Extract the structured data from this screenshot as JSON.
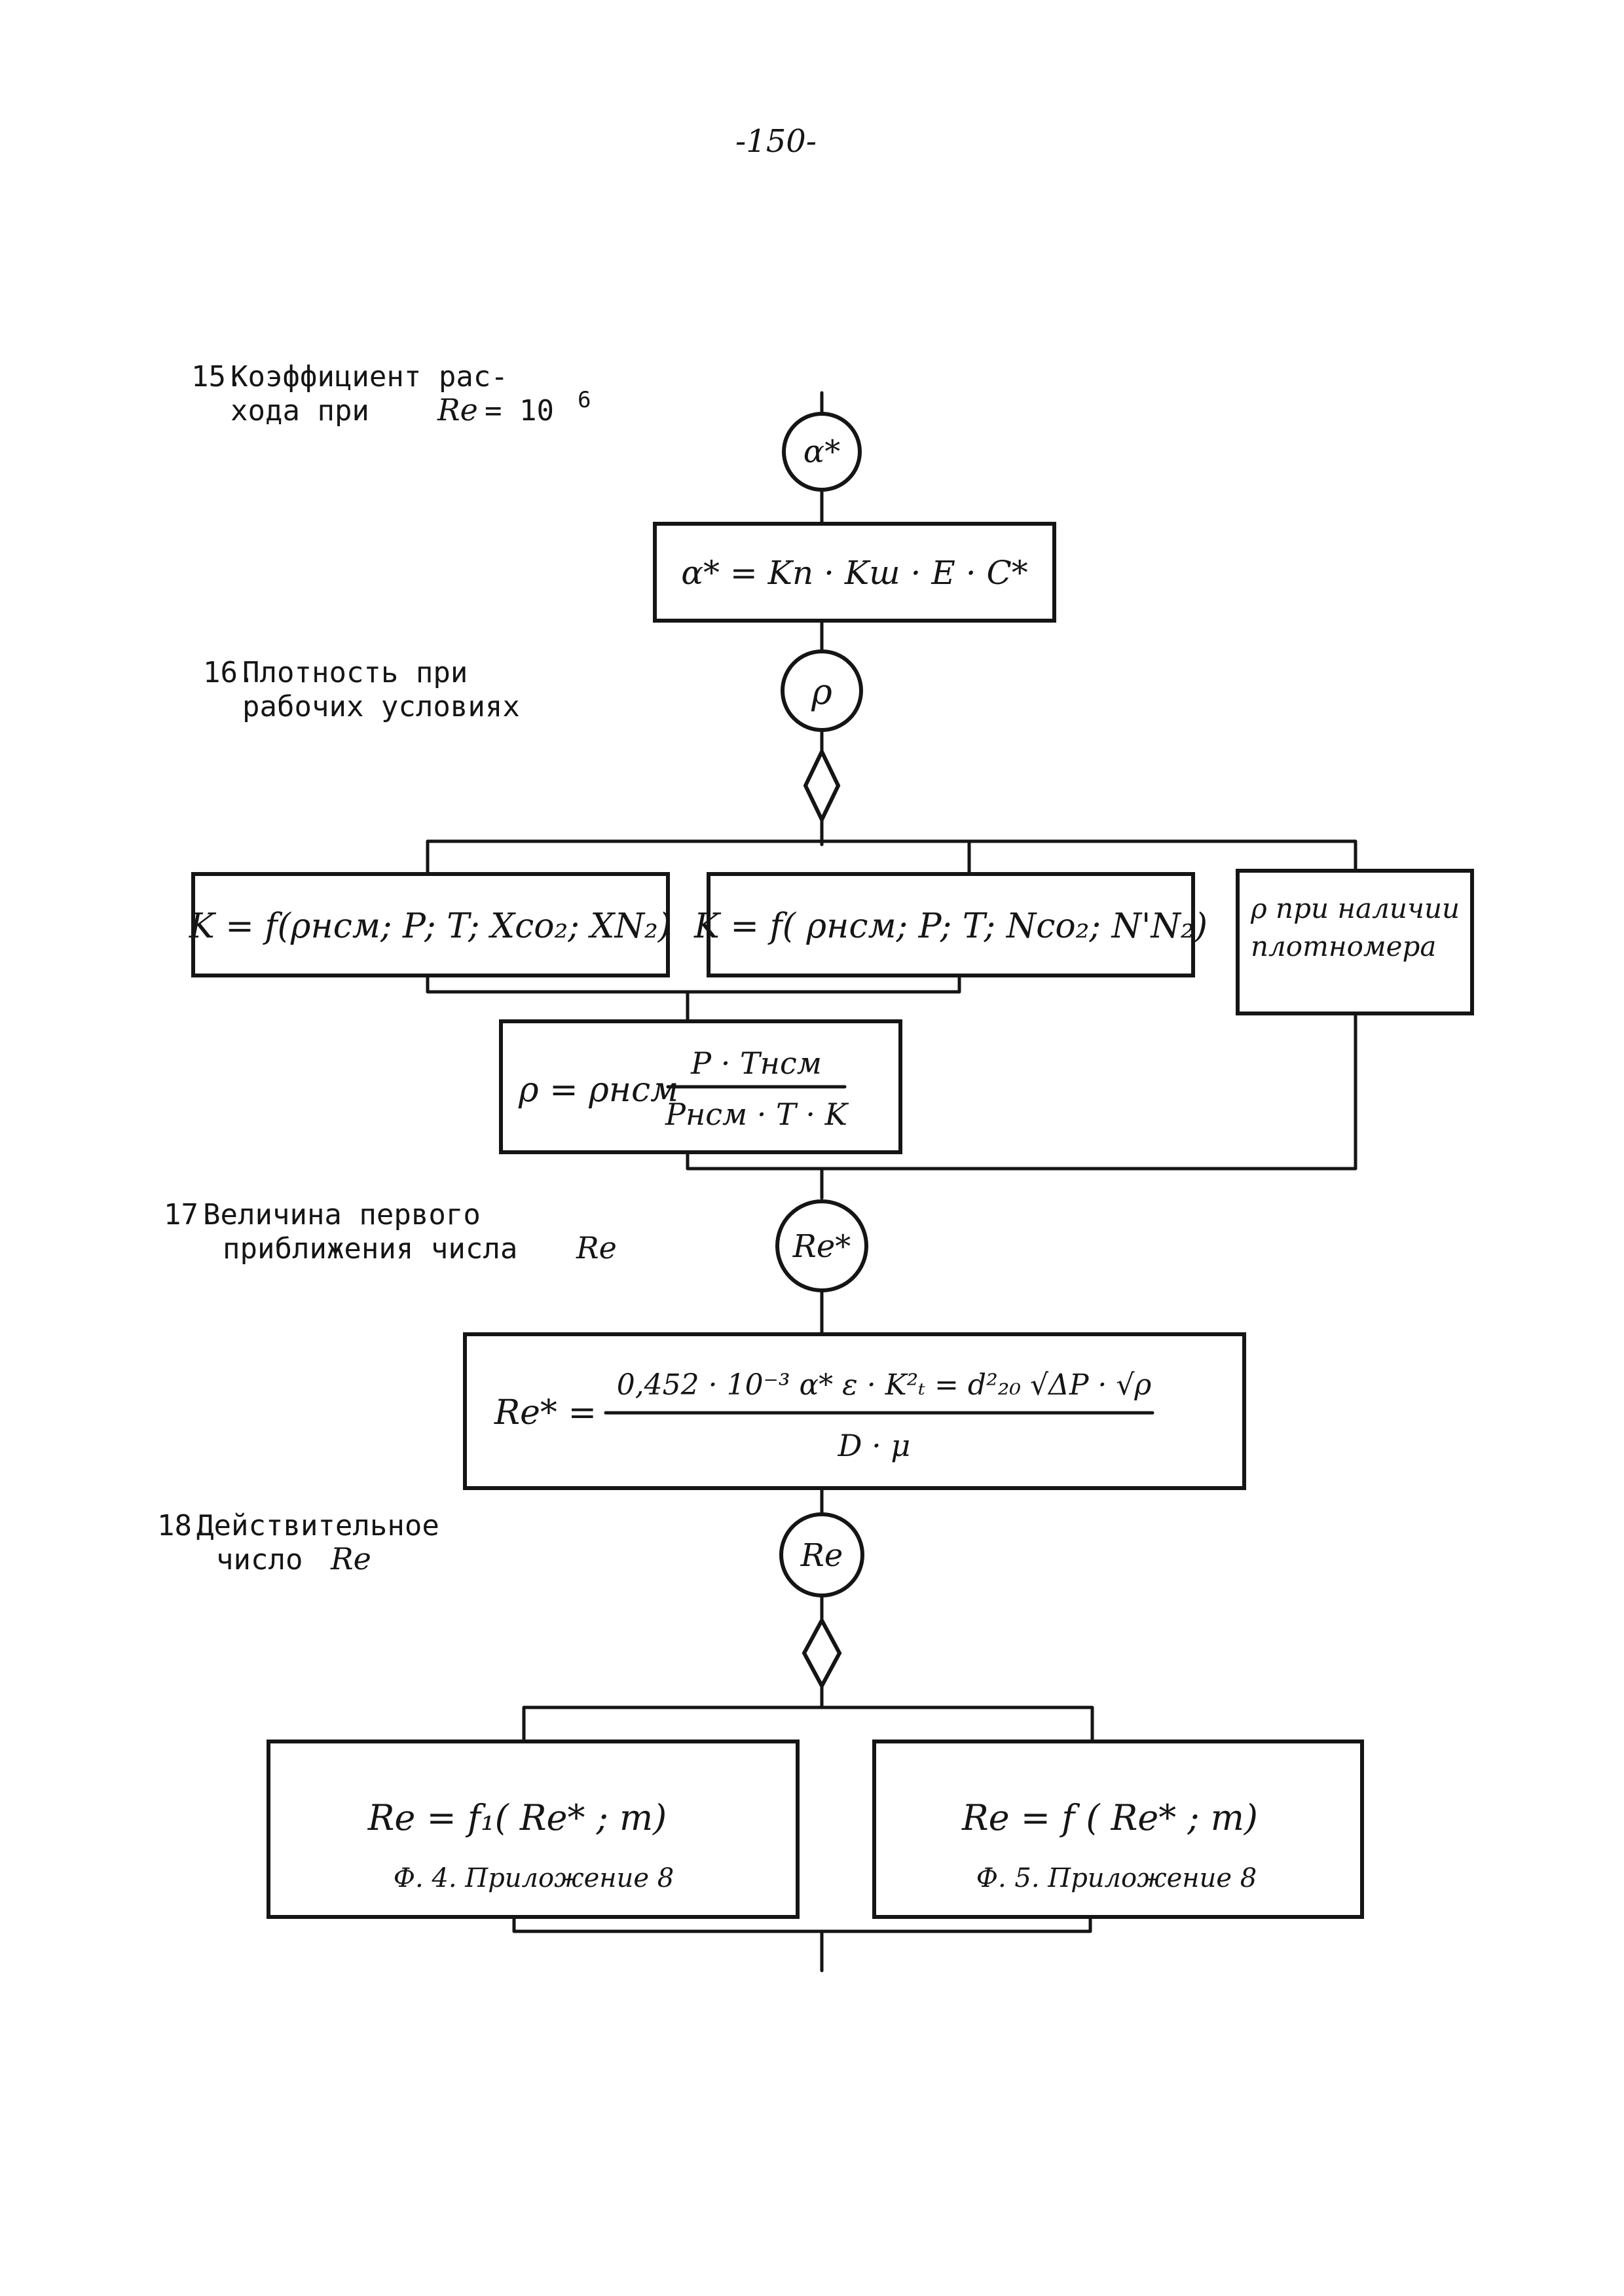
{
  "page_number": "-150-",
  "steps": [
    {
      "number": "15.",
      "label_line1": "Коэффициент рас-",
      "label_line2": "хода при",
      "label_var": "Re",
      "label_eq": "= 10",
      "label_sup": "6"
    },
    {
      "number": "16.",
      "label_line1": "Плотность при",
      "label_line2": "рабочих условиях"
    },
    {
      "number": "17.",
      "label_line1": "Величина первого",
      "label_line2": "приближения числа",
      "label_var": "Re"
    },
    {
      "number": "18.",
      "label_line1": "Действительное",
      "label_line2": "число",
      "label_var": "Re"
    }
  ],
  "nodes": {
    "alpha_circle": "α*",
    "alpha_formula": "α* = Kп · Kш · E · C*",
    "rho_circle": "ρ",
    "k_formula_1": "K = f(ρнсм; P; T; Xco₂; XN₂)",
    "k_formula_2": "K = f( ρнсм; P; T; Nco₂; N'N₂)",
    "densitometer_line1": "ρ при наличии",
    "densitometer_line2": "плотномера",
    "rho_formula_left": "ρ = ρнсм",
    "rho_formula_num": "P · Tнсм",
    "rho_formula_den": "Pнсм · T · K",
    "re_star_circle": "Re*",
    "re_star_lhs": "Re* =",
    "re_star_num": "0,452 · 10⁻³ α* ε · K²ₜ = d²₂₀ √ΔP · √ρ",
    "re_star_den": "D · μ",
    "re_circle": "Re",
    "re_formula_1": "Re = f₁( Re* ; m)",
    "re_formula_1_note": "Ф. 4. Приложение 8",
    "re_formula_2": "Re = f ( Re* ; m)",
    "re_formula_2_note": "Ф. 5. Приложение 8"
  }
}
